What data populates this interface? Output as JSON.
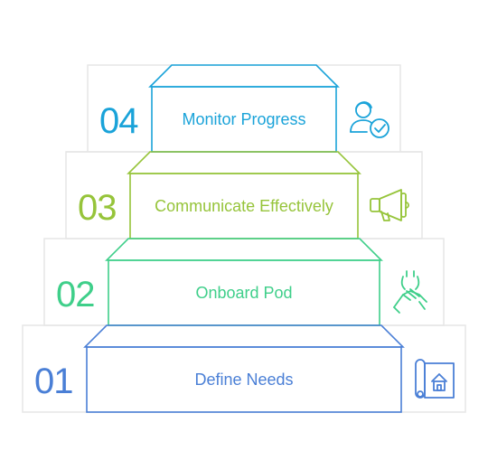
{
  "steps": [
    {
      "number": "04",
      "label": "Monitor Progress",
      "color": "#1aa3d9",
      "icon": "user-check-icon"
    },
    {
      "number": "03",
      "label": "Communicate Effectively",
      "color": "#96c43a",
      "icon": "megaphone-icon"
    },
    {
      "number": "02",
      "label": "Onboard Pod",
      "color": "#3fcf8a",
      "icon": "handshake-icon"
    },
    {
      "number": "01",
      "label": "Define Needs",
      "color": "#4a7fd6",
      "icon": "blueprint-house-icon"
    }
  ]
}
